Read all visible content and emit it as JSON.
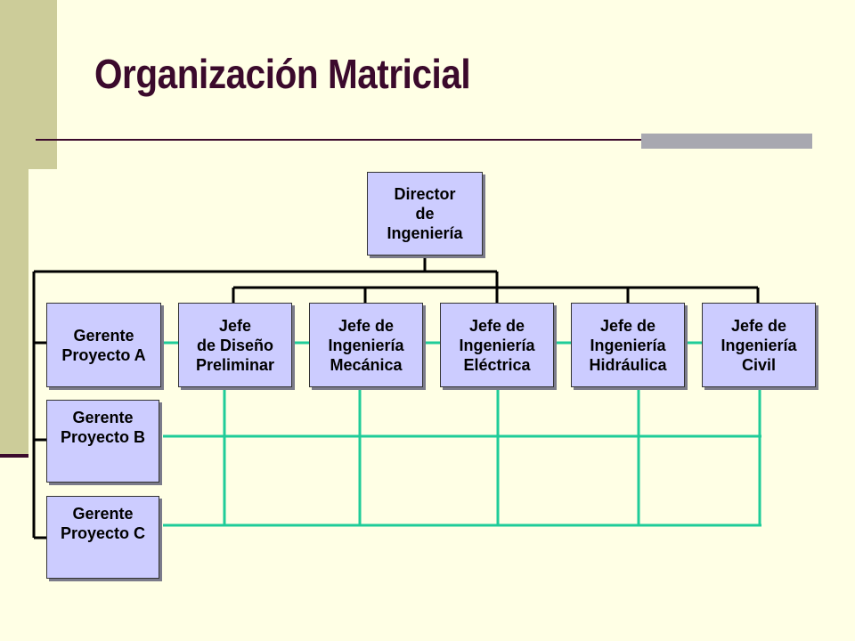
{
  "title": "Organización Matricial",
  "colors": {
    "accent": "#3b0a2c",
    "sidebar": "#cccc99",
    "box_fill": "#ccccff",
    "matrix_line": "#1fcc99",
    "hierarchy_line": "#000000"
  },
  "director": {
    "lines": [
      "Director",
      "de",
      "Ingeniería"
    ]
  },
  "managers": [
    {
      "lines": [
        "Gerente",
        "Proyecto A"
      ]
    },
    {
      "lines": [
        "Gerente",
        "Proyecto B"
      ]
    },
    {
      "lines": [
        "Gerente",
        "Proyecto C"
      ]
    }
  ],
  "chiefs": [
    {
      "lines": [
        "Jefe",
        "de Diseño",
        "Preliminar"
      ]
    },
    {
      "lines": [
        "Jefe de",
        "Ingeniería",
        "Mecánica"
      ]
    },
    {
      "lines": [
        "Jefe de",
        "Ingeniería",
        "Eléctrica"
      ]
    },
    {
      "lines": [
        "Jefe de",
        "Ingeniería",
        "Hidráulica"
      ]
    },
    {
      "lines": [
        "Jefe de",
        "Ingeniería",
        "Civil"
      ]
    }
  ]
}
